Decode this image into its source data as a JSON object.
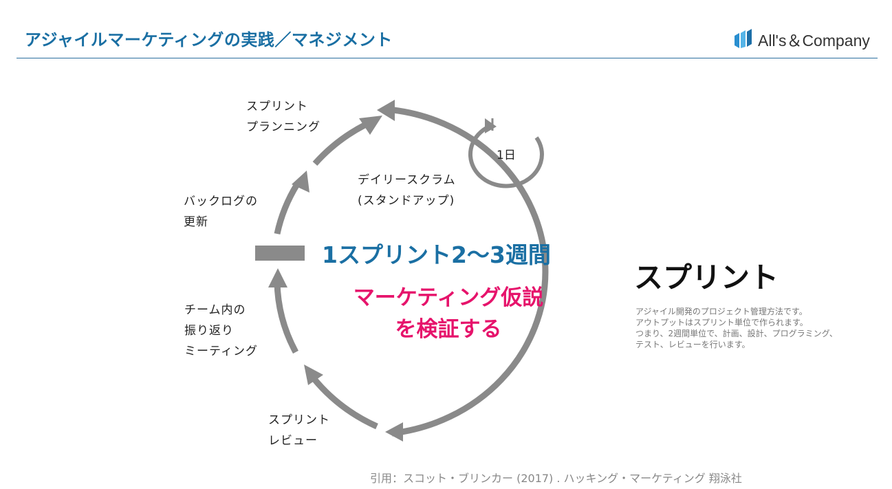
{
  "header": {
    "title": "アジャイルマーケティングの実践／マネジメント",
    "logo_text": "All's＆Company"
  },
  "diagram": {
    "labels": {
      "sprint_planning": "スプリント\nプランニング",
      "backlog_update": "バックログの\n更新",
      "daily_scrum": "デイリースクラム\n(スタンドアップ)",
      "one_day": "1日",
      "retrospective": "チーム内の\n振り返り\nミーティング",
      "sprint_review": "スプリント\nレビュー"
    },
    "center_text_blue": "1スプリント2～3週間",
    "center_text_pink": "マーケティング仮説\nを検証する"
  },
  "sprint": {
    "heading": "スプリント",
    "description": "アジャイル開発のプロジェクト管理方法です。\nアウトプットはスプリント単位で作られます。\nつまり、2週間単位で、計画、設計、プログラミング、\nテスト、レビューを行います。"
  },
  "citation": "引用：スコット・ブリンカー (2017) . ハッキング・マーケティング 翔泳社",
  "colors": {
    "title_blue": "#1a6fa3",
    "pink": "#e6136b",
    "diagram_gray": "#8a8a8a",
    "logo_blue": "#2a8fd0"
  }
}
